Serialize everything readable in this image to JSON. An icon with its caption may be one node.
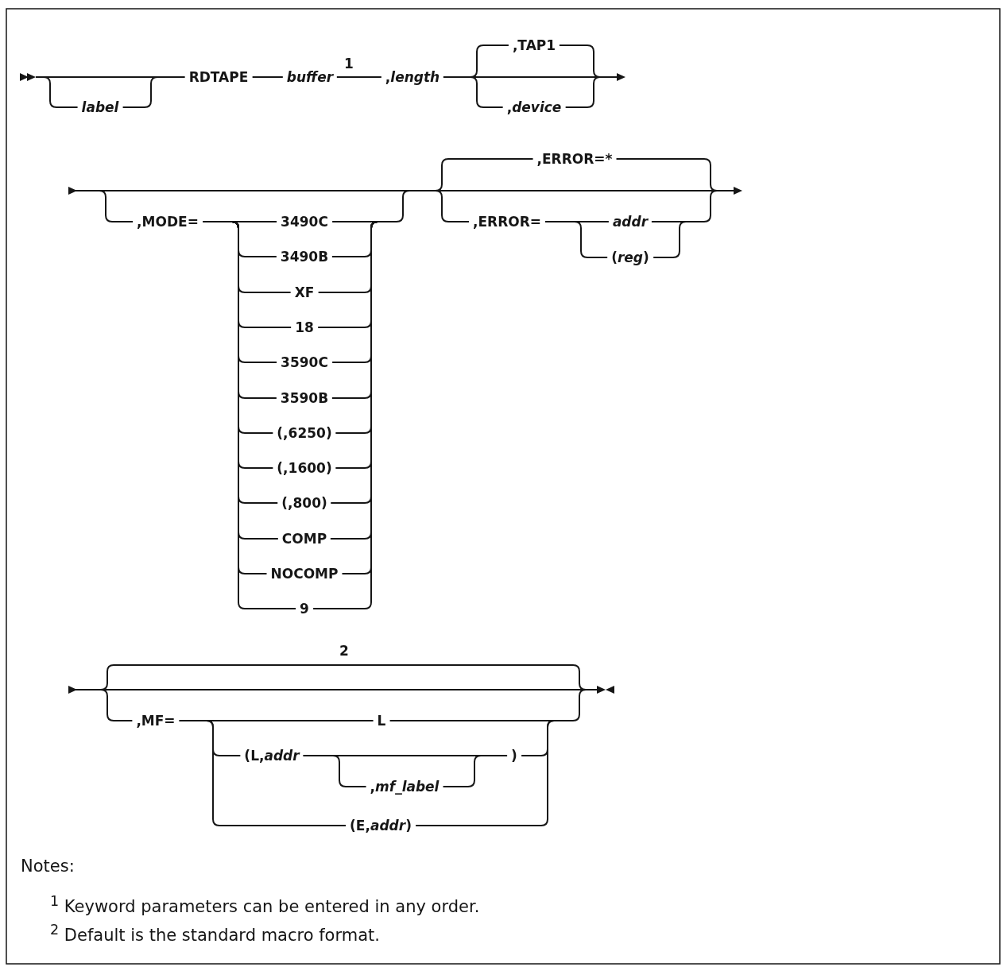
{
  "diagram": {
    "labels": [
      "label",
      "RDTAPE",
      "buffer",
      "1",
      ",*length*",
      ",TAP1",
      ",*device*",
      ",MODE=",
      "3490C",
      "3490B",
      "XF",
      "18",
      "3590C",
      "3590B",
      "(,6250)",
      "(,1600)",
      "(,800)",
      "COMP",
      "NOCOMP",
      "9",
      ",ERROR=*",
      ",ERROR=",
      "addr",
      "(*reg*)",
      "2",
      ",MF=",
      "L",
      "(L,*addr*",
      ")",
      ",*mf_label*",
      "(E,*addr*)",
      "Notes:",
      "$^{1}$ Keyword parameters can be entered in any order.",
      "$^{2}$ Default is the standard macro format."
    ]
  }
}
